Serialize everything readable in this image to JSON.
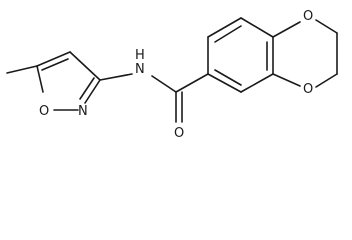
{
  "molecule": {
    "atoms": {
      "nh": "N",
      "nh_h": "H",
      "isoxazole_n": "N",
      "isoxazole_o": "O",
      "carbonyl_o": "O",
      "dioxane_o_top": "O",
      "dioxane_o_bottom": "O"
    }
  }
}
